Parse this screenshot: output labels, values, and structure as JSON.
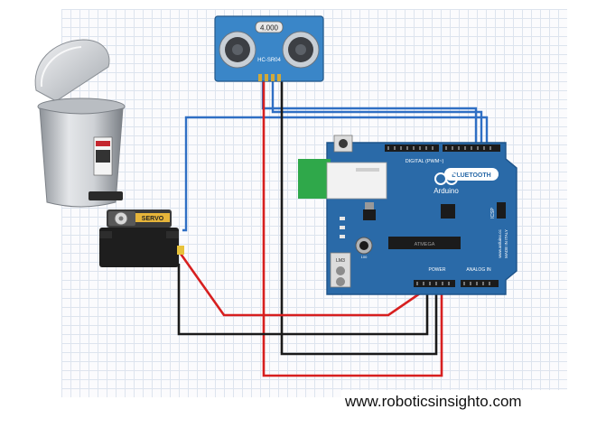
{
  "sensor": {
    "display": "4.000",
    "model": "HC-SR04"
  },
  "servo": {
    "label": "SERVO"
  },
  "board": {
    "name": "Arduino",
    "bt_label": "BLUETOOTH",
    "digital_label": "DIGITAL (PWM~)",
    "power_label": "POWER",
    "analog_label": "ANALOG IN",
    "icsp_label": "ICSP",
    "made_in": "MADE IN ITALY",
    "brand_url": "www.arduino.cc",
    "cap_label": "100",
    "chip_label": "ATMEGA",
    "jack_label": "LM3"
  },
  "footer": {
    "website": "www.roboticsinsighto.com"
  },
  "colors": {
    "board": "#2a6aa8",
    "board_edge": "#1e548a",
    "sensor": "#3a86c8",
    "wire_blue": "#2f6fc4",
    "wire_red": "#d71f1f",
    "wire_black": "#1a1a1a",
    "bt_module": "#2fa84a"
  },
  "icons": [
    "trash-bin-icon",
    "servo-motor",
    "ultrasonic-sensor",
    "arduino-board",
    "infinity-logo-icon"
  ]
}
